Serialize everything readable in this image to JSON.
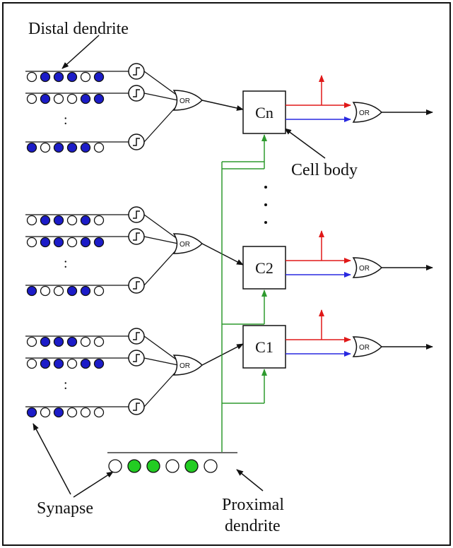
{
  "labels": {
    "distal": "Distal dendrite",
    "cell_body": "Cell body",
    "synapse": "Synapse",
    "proximal_line1": "Proximal",
    "proximal_line2": "dendrite"
  },
  "gate_label": "OR",
  "ellipsis": ":",
  "colors": {
    "active_synapse": "#1c1cc8",
    "proximal_active": "#22cc22",
    "red_output": "#e01818",
    "blue_output": "#2828e0",
    "green_line": "#2e9a2e",
    "line": "#111111"
  },
  "groups": [
    {
      "cell": "Cn",
      "segments": [
        [
          0,
          1,
          1,
          1,
          0,
          1
        ],
        [
          0,
          1,
          0,
          0,
          1,
          1
        ],
        [
          1,
          0,
          1,
          1,
          1,
          0
        ]
      ]
    },
    {
      "cell": "C2",
      "segments": [
        [
          0,
          1,
          1,
          0,
          1,
          0
        ],
        [
          0,
          1,
          1,
          0,
          1,
          1
        ],
        [
          1,
          0,
          0,
          1,
          1,
          0
        ]
      ]
    },
    {
      "cell": "C1",
      "segments": [
        [
          0,
          1,
          1,
          1,
          0,
          0
        ],
        [
          0,
          1,
          1,
          0,
          1,
          1
        ],
        [
          1,
          0,
          1,
          0,
          0,
          0
        ]
      ]
    }
  ],
  "proximal_synapses": [
    0,
    1,
    1,
    0,
    1,
    0
  ]
}
